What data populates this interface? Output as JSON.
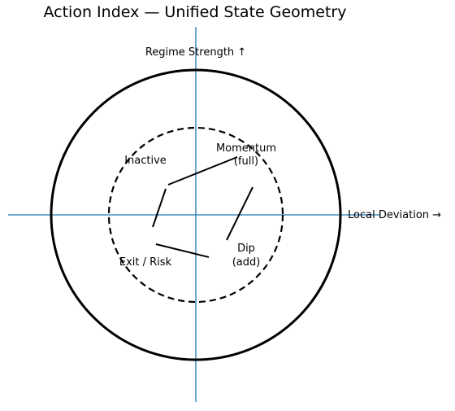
{
  "title": "Action Index — Unified State Geometry",
  "axes": {
    "vertical_label": "Regime Strength ↑",
    "horizontal_label": "Local Deviation →",
    "axis_color": "#1f77b4"
  },
  "regions": {
    "inactive": {
      "line1": "Inactive"
    },
    "momentum": {
      "line1": "Momentum",
      "line2": "(full)"
    },
    "dip": {
      "line1": "Dip",
      "line2": "(add)"
    },
    "exit": {
      "line1": "Exit / Risk"
    }
  },
  "colors": {
    "outline": "#000000",
    "background": "#ffffff"
  }
}
